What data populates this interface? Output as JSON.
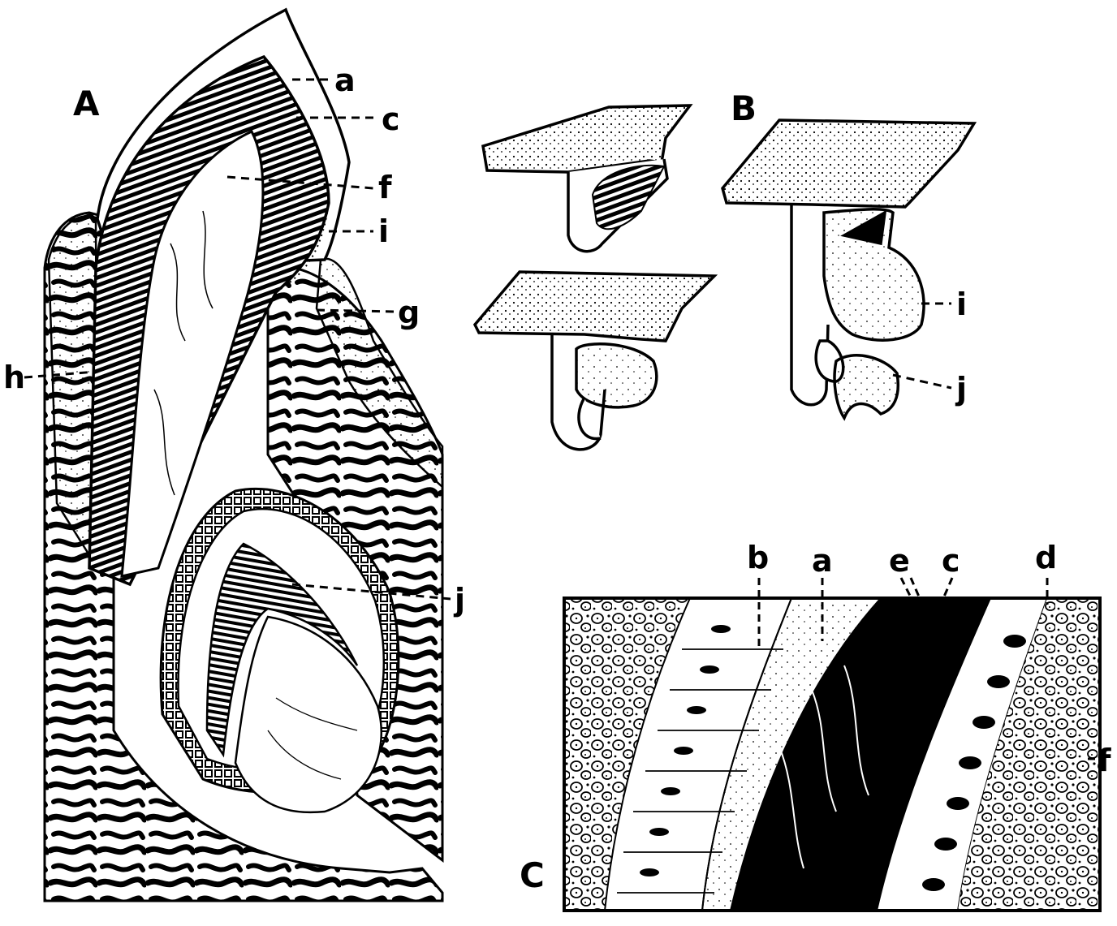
{
  "figure": {
    "panels": [
      {
        "key": "A",
        "label": "A"
      },
      {
        "key": "B",
        "label": "B"
      },
      {
        "key": "C",
        "label": "C"
      }
    ],
    "panel_A_labels": [
      "a",
      "c",
      "f",
      "i",
      "g",
      "h",
      "j"
    ],
    "panel_B_labels": [
      "i",
      "j"
    ],
    "panel_C_labels": [
      "b",
      "a",
      "e",
      "c",
      "d",
      "f"
    ],
    "colors": {
      "ink": "#000000",
      "paper": "#ffffff"
    }
  }
}
